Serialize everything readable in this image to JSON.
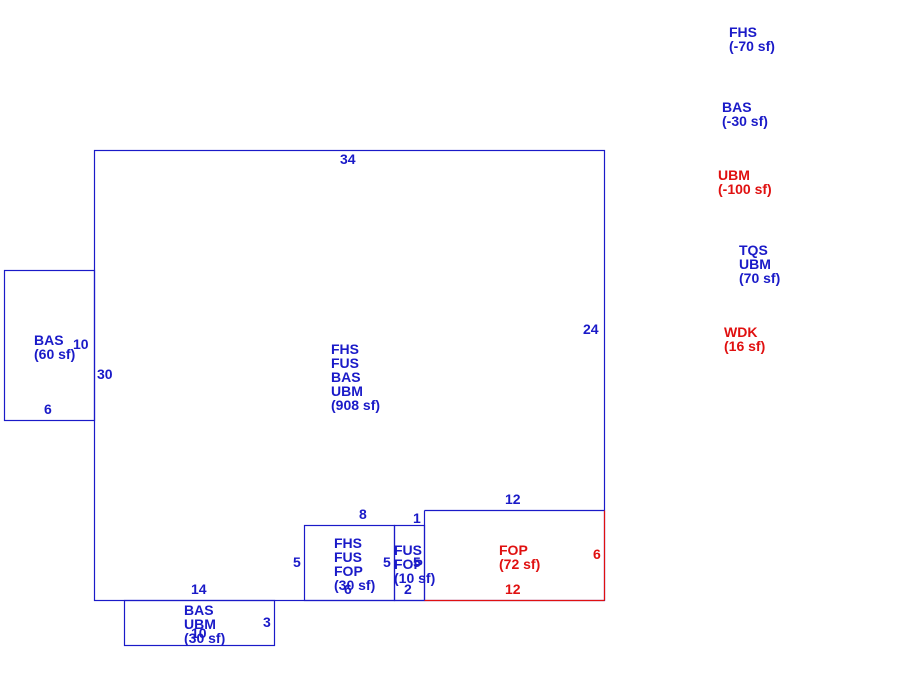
{
  "colors": {
    "blue": "#1a1ac8",
    "red": "#e01010",
    "background": "#ffffff"
  },
  "main_area": {
    "codes": [
      "FHS",
      "FUS",
      "BAS",
      "UBM"
    ],
    "area": "(908 sf)",
    "dims": {
      "top": "34",
      "right": "24",
      "left": "30"
    }
  },
  "left_bas": {
    "codes": [
      "BAS"
    ],
    "area": "(60 sf)",
    "dims": {
      "right": "10",
      "bottom": "6"
    }
  },
  "bottom_bas": {
    "codes": [
      "BAS",
      "UBM"
    ],
    "area": "(30 sf)",
    "dims": {
      "top": "14",
      "right": "3",
      "bottom": "10"
    }
  },
  "porch_fhs": {
    "codes": [
      "FHS",
      "FUS",
      "FOP"
    ],
    "area": "(30 sf)",
    "dims": {
      "top": "8",
      "left": "5",
      "right": "5",
      "bottom": "6"
    }
  },
  "porch_fus": {
    "codes": [
      "FUS",
      "FOP"
    ],
    "area": "(10 sf)",
    "dims": {
      "top": "1",
      "right": "5",
      "bottom": "2"
    }
  },
  "porch_fop": {
    "codes": [
      "FOP"
    ],
    "area": "(72 sf)",
    "dims": {
      "top": "12",
      "right": "6",
      "bottom": "12"
    }
  },
  "legend": [
    {
      "codes": [
        "FHS"
      ],
      "area": "(-70 sf)",
      "color": "blue"
    },
    {
      "codes": [
        "BAS"
      ],
      "area": "(-30 sf)",
      "color": "blue"
    },
    {
      "codes": [
        "UBM"
      ],
      "area": "(-100 sf)",
      "color": "red"
    },
    {
      "codes": [
        "TQS",
        "UBM"
      ],
      "area": "(70 sf)",
      "color": "blue"
    },
    {
      "codes": [
        "WDK"
      ],
      "area": "(16 sf)",
      "color": "red"
    }
  ]
}
